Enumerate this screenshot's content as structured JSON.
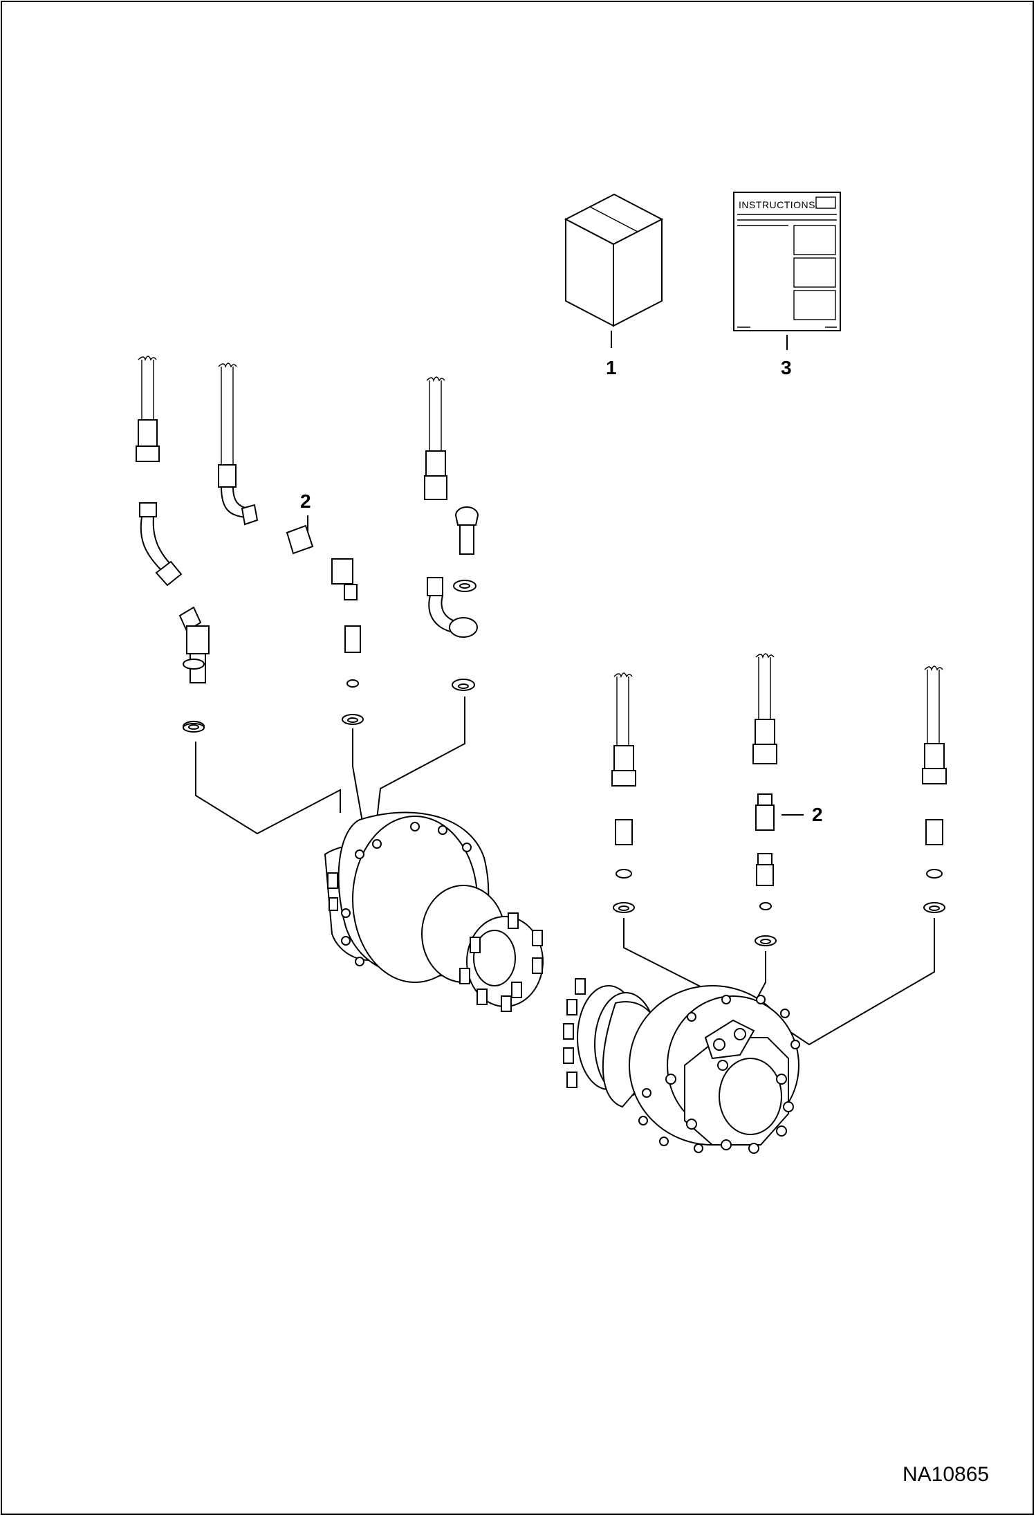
{
  "diagram": {
    "callouts": {
      "kit_box": "1",
      "instructions": "3",
      "fitting_left_group": "2",
      "fitting_right_group": "2"
    },
    "instructions_label": "INSTRUCTIONS",
    "figure_id": "NA10865"
  }
}
